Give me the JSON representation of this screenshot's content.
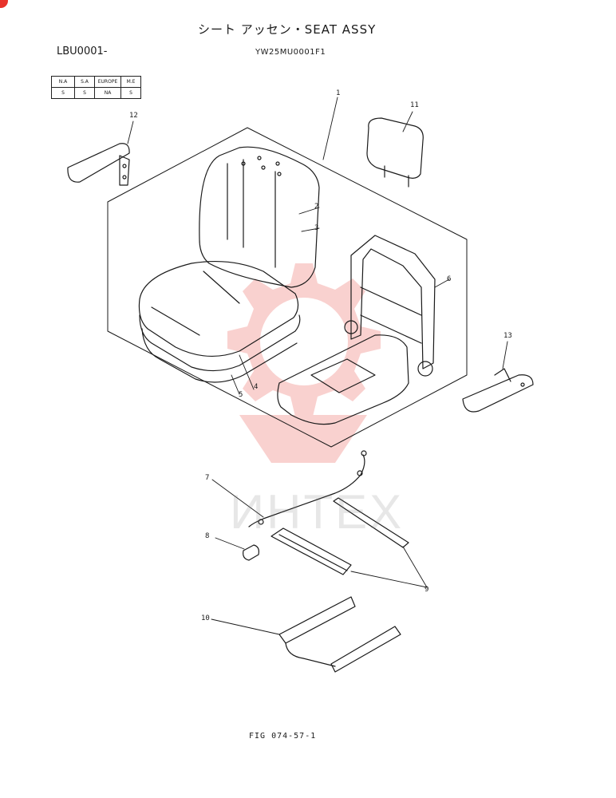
{
  "header": {
    "title": "シート アッセン・SEAT ASSY",
    "model_range": "LBU0001-",
    "figure_code": "YW25MU0001F1"
  },
  "market_table": {
    "headers": [
      "N.A",
      "S.A",
      "EUROPE",
      "M.E"
    ],
    "values": [
      "S",
      "S",
      "NA",
      "S"
    ]
  },
  "callouts": {
    "c1": "1",
    "c2": "2",
    "c3": "3",
    "c4": "4",
    "c5": "5",
    "c6": "6",
    "c7": "7",
    "c8": "8",
    "c9": "9",
    "c10": "10",
    "c11": "11",
    "c12": "12",
    "c13": "13"
  },
  "watermark": {
    "text": "ИНТЕХ",
    "color": "#e8332b"
  },
  "footer": {
    "figure_number": "FIG 074-57-1"
  }
}
